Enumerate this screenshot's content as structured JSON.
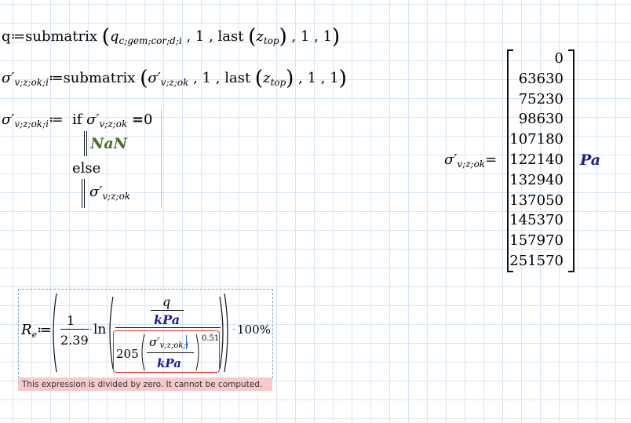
{
  "eq1": {
    "lhs": "q",
    "assign": "≔",
    "func": "submatrix",
    "arg1_base": "q",
    "arg1_sub": "c;gem;cor;d;i",
    "arg2": "1",
    "last_fn": "last",
    "last_base": "z",
    "last_sub": "top",
    "arg4": "1",
    "arg5": "1"
  },
  "eq2": {
    "lhs_base": "σ′",
    "lhs_sub": "v;z;ok;i",
    "assign": "≔",
    "func": "submatrix",
    "arg1_base": "σ′",
    "arg1_sub": "v;z;ok",
    "arg2": "1",
    "last_fn": "last",
    "last_base": "z",
    "last_sub": "top",
    "arg4": "1",
    "arg5": "1"
  },
  "eq3": {
    "lhs_base": "σ′",
    "lhs_sub": "v;z;ok;i",
    "assign": "≔",
    "if_kw": "if",
    "cond_base": "σ′",
    "cond_sub": "v;z;ok",
    "cond_op": "=",
    "cond_val": "0",
    "then_val": "NaN",
    "else_kw": "else",
    "else_base": "σ′",
    "else_sub": "v;z;ok"
  },
  "result": {
    "lhs_base": "σ′",
    "lhs_sub": "v;z;ok",
    "eq": "=",
    "values": [
      "0",
      "63630",
      "75230",
      "98630",
      "107180",
      "122140",
      "132940",
      "137050",
      "145370",
      "157970",
      "251570"
    ],
    "unit": "Pa"
  },
  "eq4": {
    "lhs_base": "R",
    "lhs_sub": "e",
    "assign": "≔",
    "frac_num": "1",
    "frac_den": "2.39",
    "ln": "ln",
    "q": "q",
    "unit_kpa": "kPa",
    "coef": "205",
    "sigma_base": "σ′",
    "sigma_sub": "v;z;ok;i",
    "exponent": "0.51",
    "mult": "·",
    "percent": "100%"
  },
  "error": {
    "message": "This expression is divided by zero. It cannot be computed."
  }
}
